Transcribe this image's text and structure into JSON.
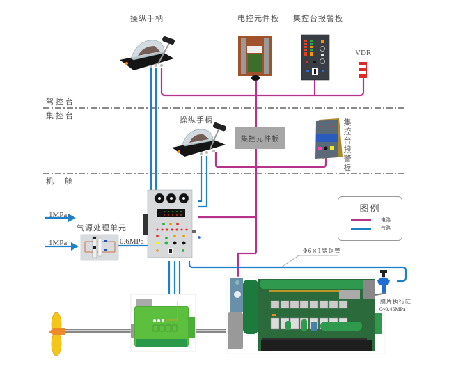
{
  "title": "Ship main engine remote control system diagram",
  "zones": {
    "bridge": "驾控台",
    "control_room": "集控台",
    "engine_room": "机  舱"
  },
  "components": {
    "bridge_lever": "操纵手柄",
    "bridge_electric_panel": "电控元件板",
    "bridge_alarm_panel": "集控台报警板",
    "vdr": "VDR",
    "ecr_lever": "操纵手柄",
    "ecr_electric_panel": "集控元件板",
    "ecr_alarm_panel": "集控台报警板",
    "air_treatment_unit": "气源处理单元",
    "diaphragm_actuator": "膜片执行缸",
    "copper_pipe": "Φ6×1紫铜管"
  },
  "pressures": {
    "supply_1": "1MPa",
    "supply_2": "1MPa",
    "regulated": "0.6MPa",
    "actuator_range": "0~0.45MPa"
  },
  "legend": {
    "title": "图例",
    "items": [
      {
        "label": "电路",
        "color": "#b5338a"
      },
      {
        "label": "气路",
        "color": "#1f7fc7"
      }
    ]
  },
  "colors": {
    "electric": "#b5338a",
    "pneumatic": "#1f7fc7",
    "engine_green": "#2e8b3c",
    "gearbox_green": "#5cbf3e",
    "zone_line": "#444444"
  }
}
